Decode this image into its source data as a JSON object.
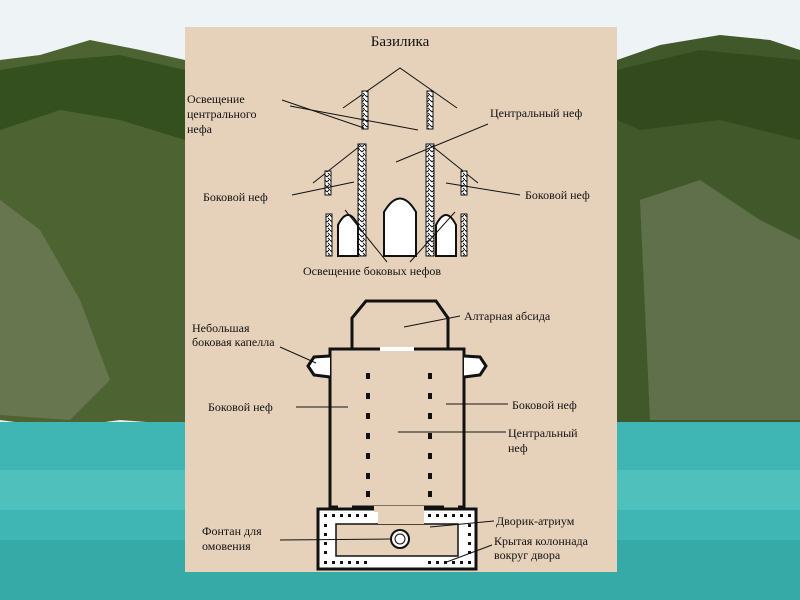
{
  "slide": {
    "background_colors": {
      "sky": "#eef3f5",
      "cliff_dark": "#3f5a2a",
      "cliff_light": "#7f8e62",
      "sea": "#3fb6b3",
      "panel": "#e6d2ba"
    }
  },
  "diagram": {
    "title": "Базилика",
    "elevation_labels": {
      "clerestory_lighting": [
        "Освещение",
        "центрального",
        "нефа"
      ],
      "central_nave": "Центральный неф",
      "side_nave_left": "Боковой неф",
      "side_nave_right": "Боковой неф",
      "side_nave_lighting": "Освещение боковых нефов"
    },
    "plan_labels": {
      "altar_apse": "Алтарная абсида",
      "small_chapel": [
        "Небольшая",
        "боковая капелла"
      ],
      "side_nave_left": "Боковой неф",
      "side_nave_right": "Боковой неф",
      "central_nave": [
        "Центральный",
        "неф"
      ],
      "atrium": "Дворик-атриум",
      "fountain": [
        "Фонтан для",
        "омовения"
      ],
      "colonnade": [
        "Крытая колоннада",
        "вокруг двора"
      ]
    }
  }
}
